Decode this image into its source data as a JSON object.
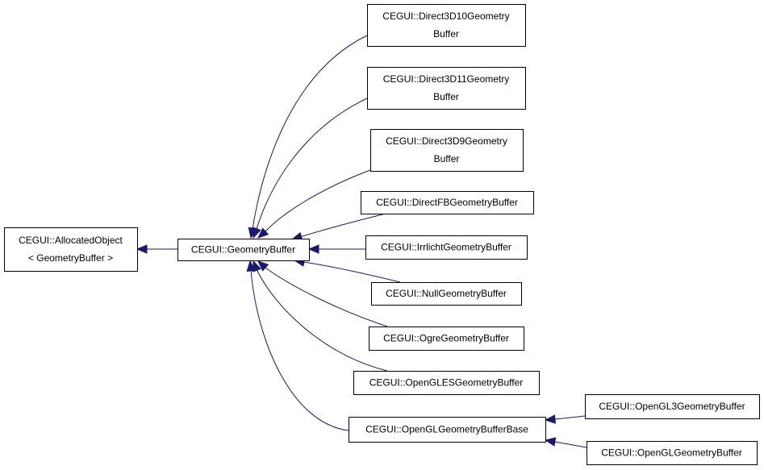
{
  "diagram": {
    "nodes": {
      "allocated_object": {
        "lines": [
          "CEGUI::AllocatedObject",
          "< GeometryBuffer >"
        ]
      },
      "geometry_buffer": {
        "lines": [
          "CEGUI::GeometryBuffer"
        ]
      },
      "d3d10": {
        "lines": [
          "CEGUI::Direct3D10Geometry",
          "Buffer"
        ]
      },
      "d3d11": {
        "lines": [
          "CEGUI::Direct3D11Geometry",
          "Buffer"
        ]
      },
      "d3d9": {
        "lines": [
          "CEGUI::Direct3D9Geometry",
          "Buffer"
        ]
      },
      "directfb": {
        "lines": [
          "CEGUI::DirectFBGeometryBuffer"
        ]
      },
      "irrlicht": {
        "lines": [
          "CEGUI::IrrlichtGeometryBuffer"
        ]
      },
      "null": {
        "lines": [
          "CEGUI::NullGeometryBuffer"
        ]
      },
      "ogre": {
        "lines": [
          "CEGUI::OgreGeometryBuffer"
        ]
      },
      "opengles": {
        "lines": [
          "CEGUI::OpenGLESGeometryBuffer"
        ]
      },
      "opengl_base": {
        "lines": [
          "CEGUI::OpenGLGeometryBufferBase"
        ]
      },
      "opengl3": {
        "lines": [
          "CEGUI::OpenGL3GeometryBuffer"
        ]
      },
      "opengl": {
        "lines": [
          "CEGUI::OpenGLGeometryBuffer"
        ]
      }
    },
    "edges": [
      {
        "from": "geometry_buffer",
        "to": "allocated_object"
      },
      {
        "from": "d3d10",
        "to": "geometry_buffer"
      },
      {
        "from": "d3d11",
        "to": "geometry_buffer"
      },
      {
        "from": "d3d9",
        "to": "geometry_buffer"
      },
      {
        "from": "directfb",
        "to": "geometry_buffer"
      },
      {
        "from": "irrlicht",
        "to": "geometry_buffer"
      },
      {
        "from": "null",
        "to": "geometry_buffer"
      },
      {
        "from": "ogre",
        "to": "geometry_buffer"
      },
      {
        "from": "opengles",
        "to": "geometry_buffer"
      },
      {
        "from": "opengl_base",
        "to": "geometry_buffer"
      },
      {
        "from": "opengl3",
        "to": "opengl_base"
      },
      {
        "from": "opengl",
        "to": "opengl_base"
      }
    ],
    "colors": {
      "edge": "#191970",
      "box_border": "#000000",
      "background": "#ffffff"
    }
  }
}
